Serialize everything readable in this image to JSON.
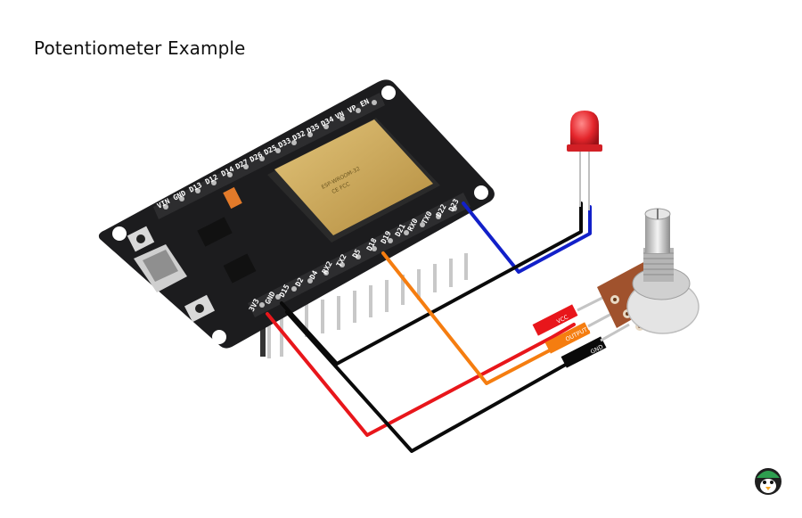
{
  "title": "Potentiometer Example",
  "board": {
    "top_pins": [
      "VIN",
      "GND",
      "D13",
      "D12",
      "D14",
      "D27",
      "D26",
      "D25",
      "D33",
      "D32",
      "D35",
      "D34",
      "VN",
      "VP",
      "EN"
    ],
    "bottom_pins": [
      "3V3",
      "GND",
      "D15",
      "D2",
      "D4",
      "RX2",
      "TX2",
      "D5",
      "D18",
      "D19",
      "D21",
      "RX0",
      "TX0",
      "D22",
      "D23"
    ]
  },
  "potentiometer": {
    "pins": [
      "VCC",
      "OUTPUT",
      "GND"
    ]
  },
  "colors": {
    "board": "#1c1c1e",
    "module": "#c9a55a",
    "wire_red": "#e8161b",
    "wire_black": "#0a0a0a",
    "wire_orange": "#f57d10",
    "wire_blue": "#1220c9",
    "led": "#e4252b",
    "pot_body": "#a0522d"
  },
  "logo": {
    "name": "penguin-mascot-logo"
  }
}
